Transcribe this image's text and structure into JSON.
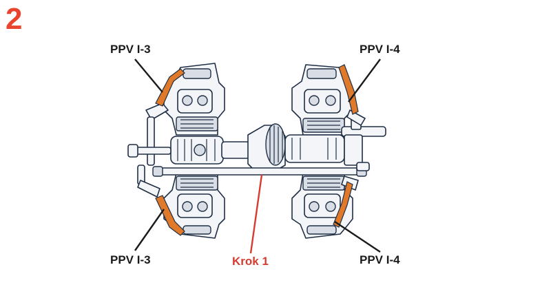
{
  "step_number": "2",
  "labels": {
    "top_left": "PPV I-3",
    "top_right": "PPV I-4",
    "bottom_left": "PPV I-3",
    "bottom_right": "PPV I-4",
    "step": "Krok 1"
  },
  "colors": {
    "step_number": "#e8442e",
    "step_label": "#d63b2f",
    "highlight_part": "#e07a2a",
    "drawing_fill": "#f3f5f8",
    "drawing_line": "#1f2e44"
  }
}
